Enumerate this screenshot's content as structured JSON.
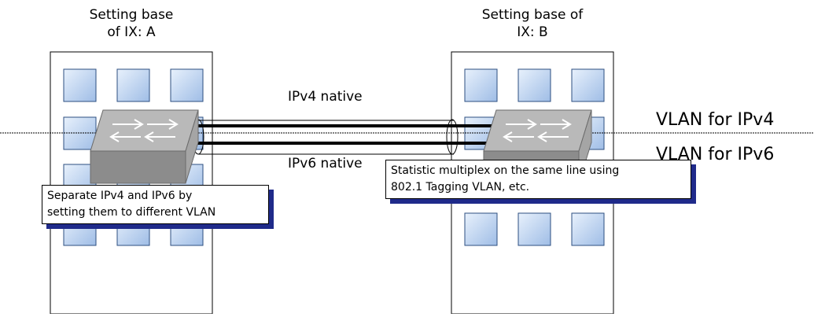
{
  "site_a": {
    "title_line1": "Setting base",
    "title_line2": "of IX: A",
    "callout_line1": "Separate IPv4 and IPv6 by",
    "callout_line2": "setting them to different VLAN"
  },
  "site_b": {
    "title_line1": "Setting base of",
    "title_line2": "IX: B",
    "callout_line1": "Statistic multiplex on the same line using",
    "callout_line2": "802.1 Tagging VLAN, etc."
  },
  "links": {
    "ipv4_label": "IPv4 native",
    "ipv6_label": "IPv6 native"
  },
  "vlans": {
    "ipv4_label": "VLAN for IPv4",
    "ipv6_label": "VLAN for IPv6"
  },
  "colors": {
    "window_fill": "#c5daf2",
    "window_stroke": "#2d4f80",
    "switch_top": "#bdbdbd",
    "switch_front": "#8f8f8f",
    "shadow": "#1f2a8a"
  }
}
